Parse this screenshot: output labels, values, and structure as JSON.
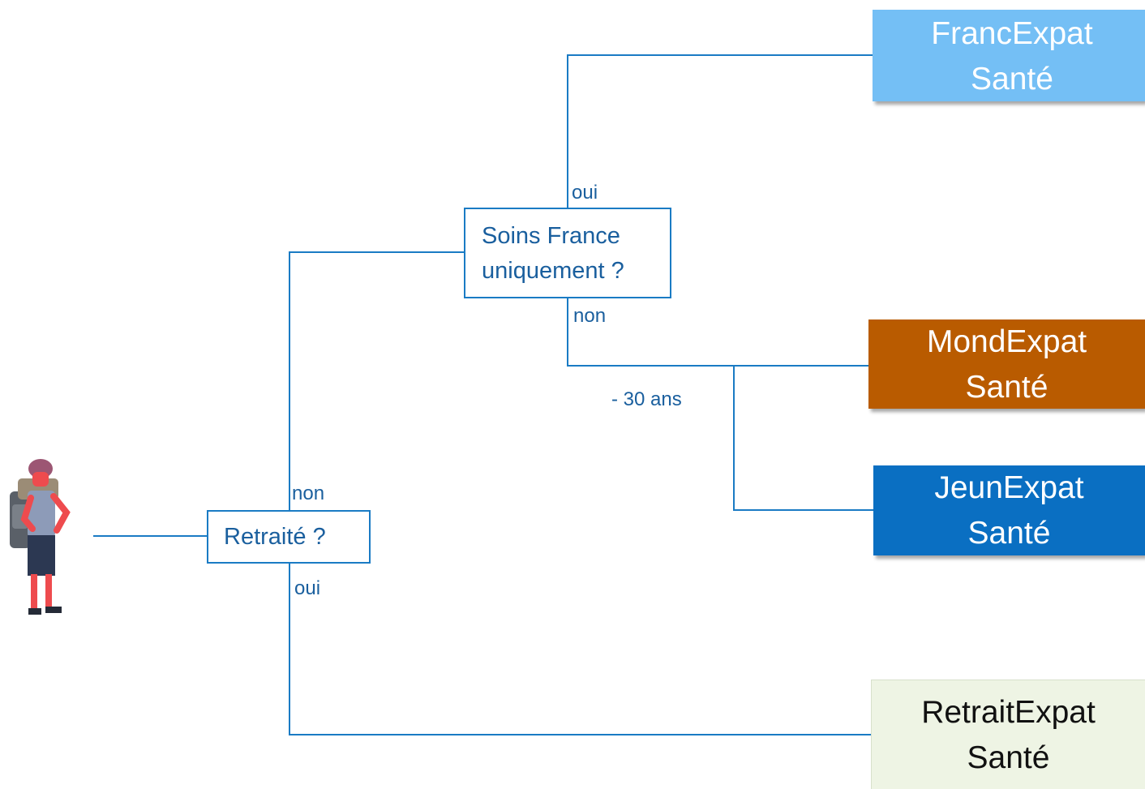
{
  "questions": {
    "retraite": "Retraité ?",
    "soins_line1": "Soins France",
    "soins_line2": "uniquement ?"
  },
  "edges": {
    "retraite_non": "non",
    "retraite_oui": "oui",
    "soins_oui": "oui",
    "soins_non": "non",
    "age": "- 30 ans"
  },
  "products": {
    "franc": {
      "line1": "FrancExpat",
      "line2": "Santé",
      "color": "#74bff5",
      "text_color": "#ffffff"
    },
    "mond": {
      "line1": "MondExpat",
      "line2": "Santé",
      "color": "#b95b00",
      "text_color": "#ffffff"
    },
    "jeun": {
      "line1": "JeunExpat",
      "line2": "Santé",
      "color": "#0a6fc2",
      "text_color": "#ffffff"
    },
    "retrait": {
      "line1": "RetraitExpat",
      "line2": "Santé",
      "color": "#eef4e4",
      "text_color": "#111111"
    }
  },
  "connector_color": "#1a7bc4"
}
